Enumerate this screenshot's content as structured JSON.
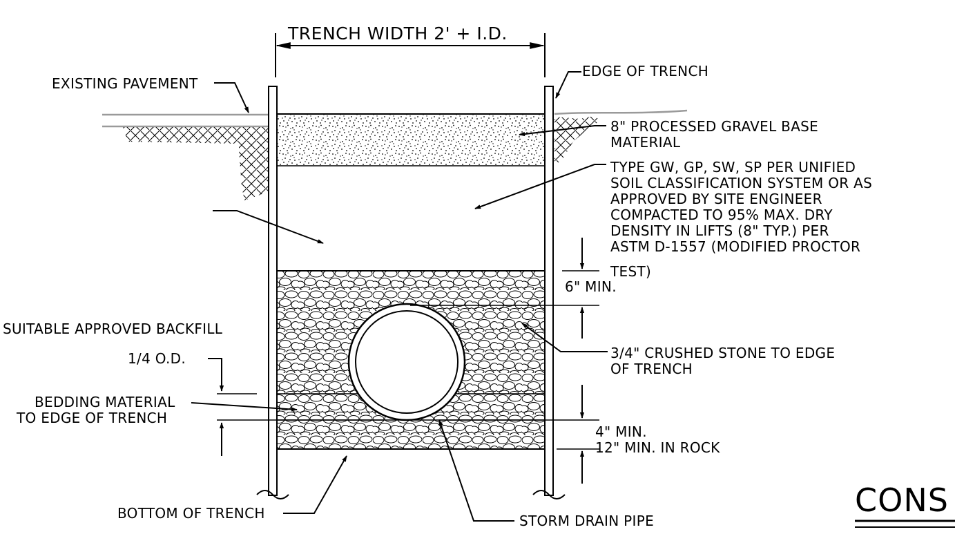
{
  "labels": {
    "trench_width": "TRENCH WIDTH 2' + I.D.",
    "existing_pavement": "EXISTING PAVEMENT",
    "edge_of_trench": "EDGE OF TRENCH",
    "gravel_base": [
      "8\" PROCESSED GRAVEL BASE",
      "MATERIAL"
    ],
    "backfill_spec": [
      "TYPE GW, GP, SW, SP PER UNIFIED",
      "SOIL CLASSIFICATION SYSTEM OR AS",
      "APPROVED BY SITE ENGINEER",
      "COMPACTED TO 95% MAX. DRY",
      "DENSITY IN LIFTS (8\" TYP.) PER",
      "ASTM D-1557 (MODIFIED PROCTOR",
      "TEST)"
    ],
    "six_min": "6\" MIN.",
    "suitable_backfill": "SUITABLE APPROVED BACKFILL",
    "crushed_stone": [
      "3/4\" CRUSHED STONE TO EDGE",
      "OF TRENCH"
    ],
    "quarter_od": "1/4 O.D.",
    "bedding": [
      "BEDDING MATERIAL",
      "TO EDGE OF TRENCH"
    ],
    "four_min": "4\" MIN.",
    "twelve_min_rock": "12\" MIN. IN ROCK",
    "bottom_of_trench": "BOTTOM OF TRENCH",
    "storm_drain_pipe": "STORM DRAIN PIPE",
    "title_fragment": "CONS"
  },
  "colors": {
    "linework": "#000000",
    "existing_grade": "#9a9a9a",
    "background": "#ffffff"
  }
}
